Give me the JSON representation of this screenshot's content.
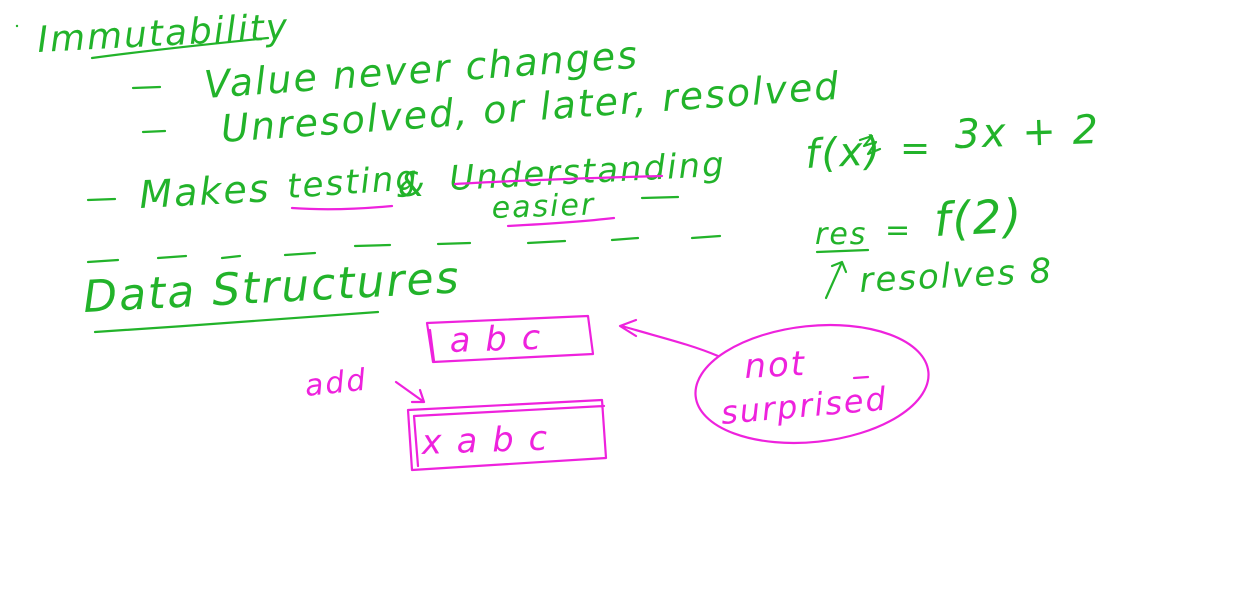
{
  "colors": {
    "green": "#22b32a",
    "magenta": "#ee22dd",
    "background": "#ffffff"
  },
  "heading": "Immutability",
  "bullets": [
    "Value never changes",
    "Unresolved, or later, resolved"
  ],
  "point": {
    "prefix": "Makes",
    "testing": "testing",
    "amp": "&",
    "understanding": "Understanding",
    "easier": "easier"
  },
  "section": "Data Structures",
  "math": {
    "fx": "f(x)",
    "eq": "=",
    "rhs": "3x + 2",
    "res": "res",
    "call": "f(2)",
    "resolves": "resolves 8"
  },
  "diagram": {
    "box1": "a b c",
    "box2": "x a b c",
    "add_label": "add",
    "bubble_line1": "not",
    "bubble_line2": "surprised"
  }
}
